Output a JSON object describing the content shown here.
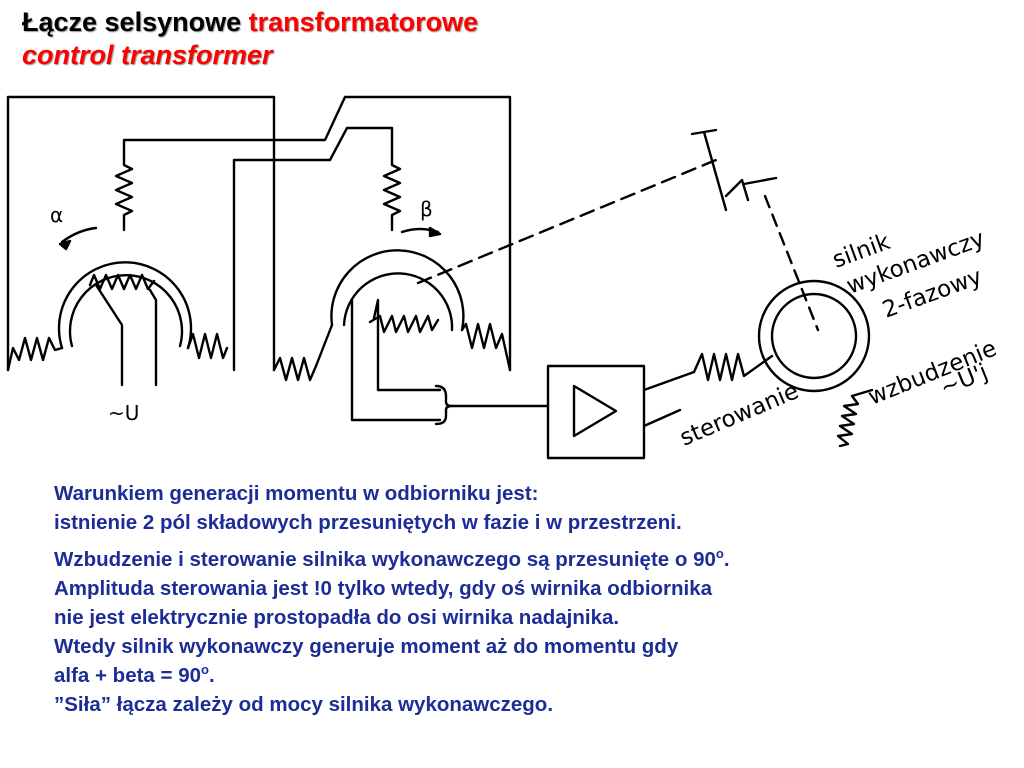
{
  "title": {
    "line1_black": "Łącze selsynowe",
    "line1_red": "transformatorowe",
    "line2": "control transformer"
  },
  "diagram": {
    "labels": {
      "alpha": "α",
      "beta": "β",
      "supply": "~U",
      "motor": [
        "silnik",
        "wykonawczy",
        "2-fazowy"
      ],
      "excitation": [
        "wzbudzenie",
        "~U'j"
      ],
      "control": "sterowanie"
    }
  },
  "text": {
    "p1_line1": "Warunkiem generacji momentu w odbiorniku jest:",
    "p1_line2": "istnienie 2 pól składowych przesuniętych w fazie i w przestrzeni.",
    "p2_line1a": "Wzbudzenie i sterowanie silnika wykonawczego  są przesunięte o 90",
    "p2_line1_sup": "o",
    "p2_line1b": ".",
    "p2_line2": "Amplituda sterowania jest  !0  tylko wtedy, gdy oś wirnika odbiornika",
    "p2_line3": "nie jest elektrycznie prostopadła do osi wirnika nadajnika.",
    "p2_line4": "Wtedy silnik wykonawczy generuje moment aż do momentu gdy",
    "p2_line5a": "alfa + beta = 90",
    "p2_line5_sup": "o",
    "p2_line5b": ".",
    "p2_line6": "”Siła” łącza zależy od mocy silnika wykonawczego."
  }
}
